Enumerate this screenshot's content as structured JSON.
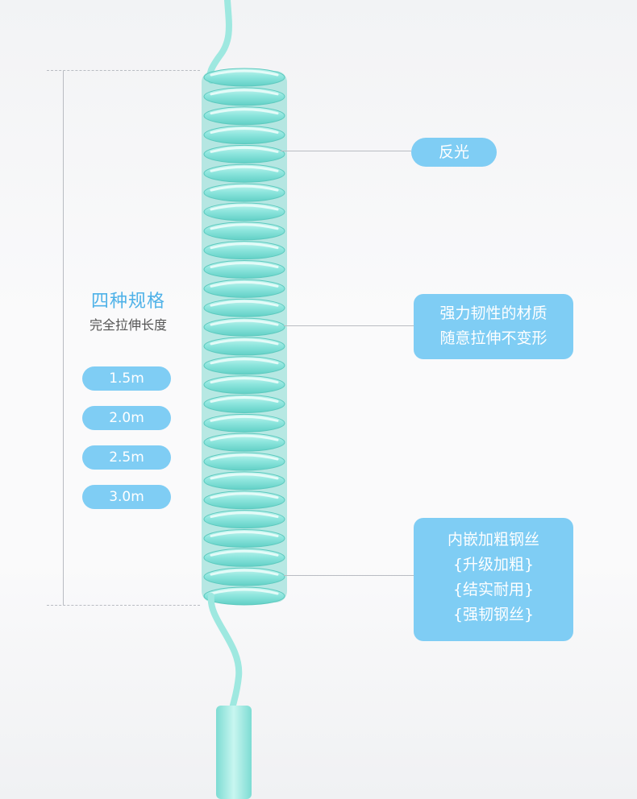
{
  "spec": {
    "title": "四种规格",
    "subtitle": "完全拉伸长度",
    "sizes": [
      "1.5m",
      "2.0m",
      "2.5m",
      "3.0m"
    ]
  },
  "callouts": {
    "reflective": {
      "line1": "反光"
    },
    "material": {
      "line1": "强力韧性的材质",
      "line2": "随意拉伸不变形"
    },
    "steel": {
      "line1": "内嵌加粗钢丝",
      "line2": "{升级加粗}",
      "line3": "{结实耐用}",
      "line4": "{强韧钢丝}"
    }
  },
  "colors": {
    "accent": "#7fcdf4",
    "title_blue": "#4fb2e8",
    "coil": "#8fe6de",
    "coil_light": "#c4f5ef",
    "coil_dark": "#5fcfc4"
  }
}
